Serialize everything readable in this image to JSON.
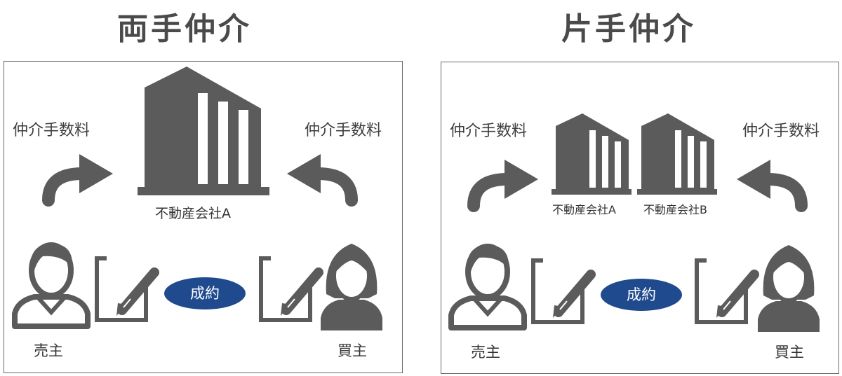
{
  "left": {
    "title": "両手仲介",
    "fee_left": "仲介手数料",
    "fee_right": "仲介手数料",
    "company": "不動産会社A",
    "seller": "売主",
    "buyer": "買主",
    "deal": "成約"
  },
  "right": {
    "title": "片手仲介",
    "fee_left": "仲介手数料",
    "fee_right": "仲介手数料",
    "company_a": "不動産会社A",
    "company_b": "不動産会社B",
    "seller": "売主",
    "buyer": "買主",
    "deal": "成約"
  },
  "colors": {
    "icon": "#5b5b5b",
    "badge": "#1f4b8e",
    "border": "#6a6a6a"
  }
}
